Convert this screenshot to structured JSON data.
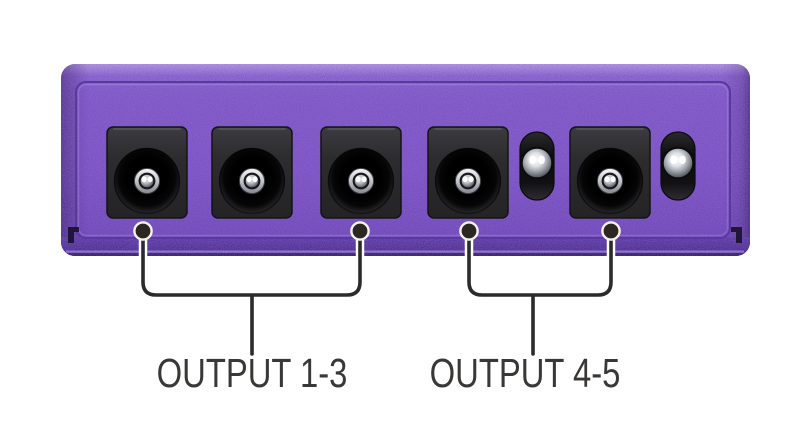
{
  "panel": {
    "description": "Purple power-supply output panel (side view) with five DC barrel jacks and two ball toggle switches",
    "body_color": "#7b52c6",
    "jack_color": "#2c2c2f",
    "dc_jack_count": 5,
    "ball_switch_count": 2
  },
  "icons": {
    "dc_jack": "barrel-connector-socket",
    "ball_switch": "chrome-ball-toggle",
    "callout_dot": "anchor-dot"
  },
  "callouts": {
    "line_color": "#2b2b2b",
    "text_color": "#3a3836",
    "labels": [
      {
        "text": "OUTPUT 1-3"
      },
      {
        "text": "OUTPUT 4-5"
      }
    ]
  }
}
